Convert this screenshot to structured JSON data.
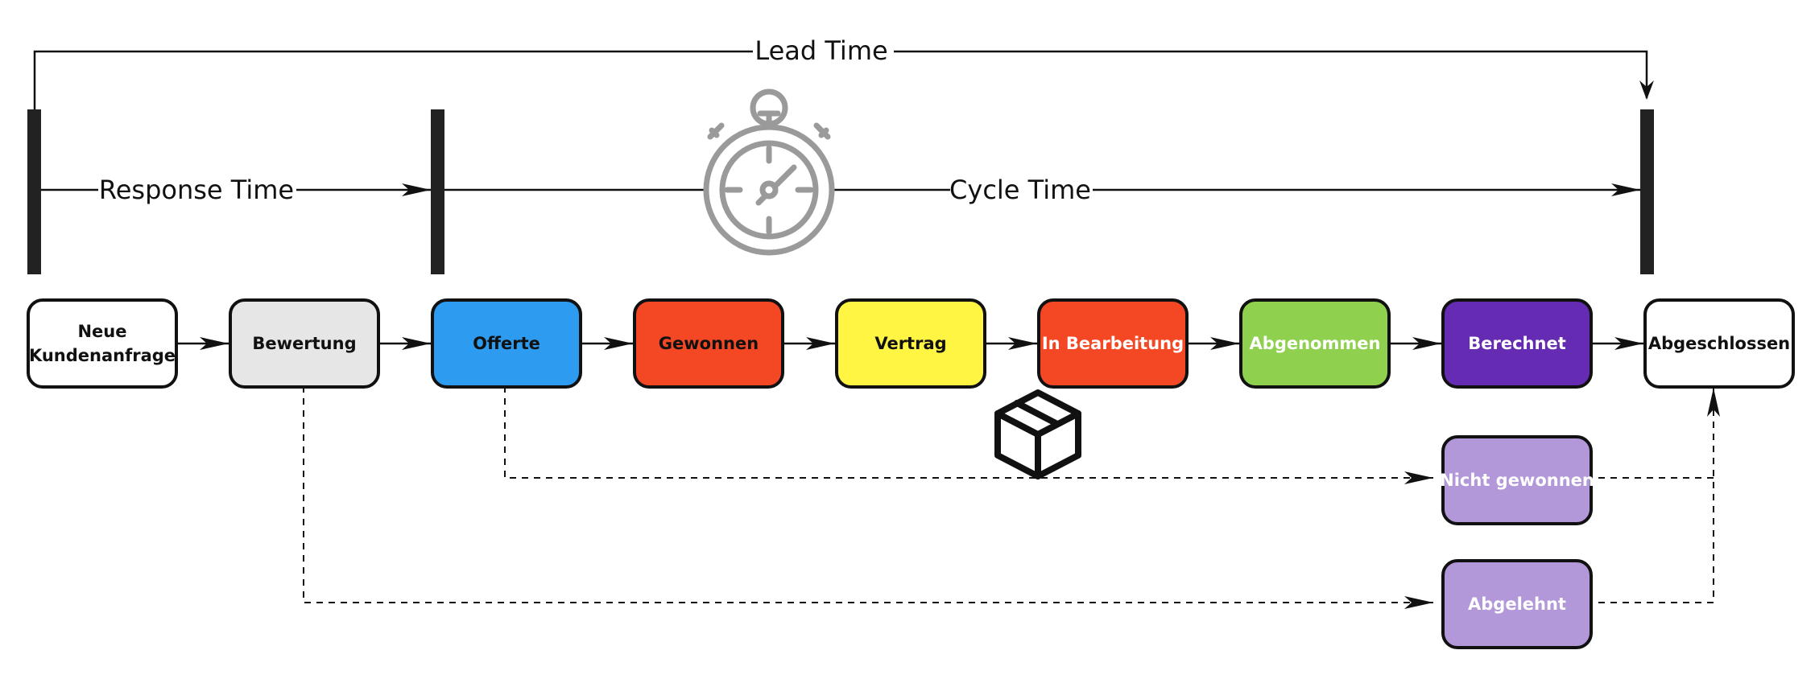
{
  "metrics": {
    "lead_time": "Lead Time",
    "response_time": "Response Time",
    "cycle_time": "Cycle Time"
  },
  "icons": {
    "timer": "stopwatch-icon",
    "package": "package-box-icon"
  },
  "colors": {
    "line": "#111111",
    "marker": "#222222",
    "timer": "#9a9a9a"
  },
  "stages": [
    {
      "id": "neue",
      "lines": [
        "Neue",
        "Kundenanfrage"
      ],
      "fill": "#ffffff",
      "text": "#111111"
    },
    {
      "id": "bewertung",
      "lines": [
        "Bewertung"
      ],
      "fill": "#e6e6e6",
      "text": "#111111"
    },
    {
      "id": "offerte",
      "lines": [
        "Offerte"
      ],
      "fill": "#2d9bf0",
      "text": "#111111"
    },
    {
      "id": "gewonnen",
      "lines": [
        "Gewonnen"
      ],
      "fill": "#f44825",
      "text": "#111111"
    },
    {
      "id": "vertrag",
      "lines": [
        "Vertrag"
      ],
      "fill": "#fff542",
      "text": "#111111"
    },
    {
      "id": "in-bearbeitung",
      "lines": [
        "In Bearbeitung"
      ],
      "fill": "#f44825",
      "text": "#ffffff"
    },
    {
      "id": "abgenommen",
      "lines": [
        "Abgenommen"
      ],
      "fill": "#8fd14f",
      "text": "#ffffff"
    },
    {
      "id": "berechnet",
      "lines": [
        "Berechnet"
      ],
      "fill": "#652cb3",
      "text": "#ffffff"
    },
    {
      "id": "abgeschlossen",
      "lines": [
        "Abgeschlossen"
      ],
      "fill": "#ffffff",
      "text": "#111111"
    }
  ],
  "exit_stages": [
    {
      "id": "nicht-gewonnen",
      "lines": [
        "Nicht gewonnen"
      ],
      "fill": "#b297d9",
      "text": "#ffffff"
    },
    {
      "id": "abgelehnt",
      "lines": [
        "Abgelehnt"
      ],
      "fill": "#b297d9",
      "text": "#ffffff"
    }
  ]
}
